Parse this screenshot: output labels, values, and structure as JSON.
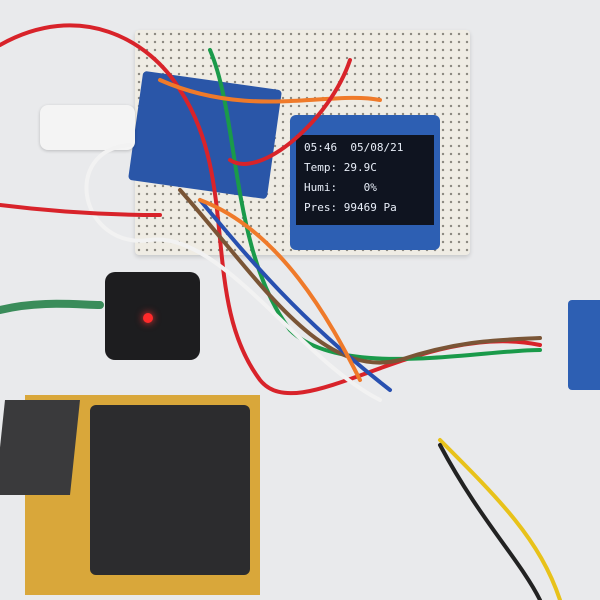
{
  "oled": {
    "line1": "05:46  05/08/21",
    "line2": "Temp: 29.9C",
    "line3": "Humi:    0%",
    "line4": "Pres: 99469 Pa"
  },
  "colors": {
    "breadboard": "#efece4",
    "oled_board": "#2d5fb3",
    "oled_text": "#e8eef8",
    "sensor_pcb": "#d9a73a"
  }
}
